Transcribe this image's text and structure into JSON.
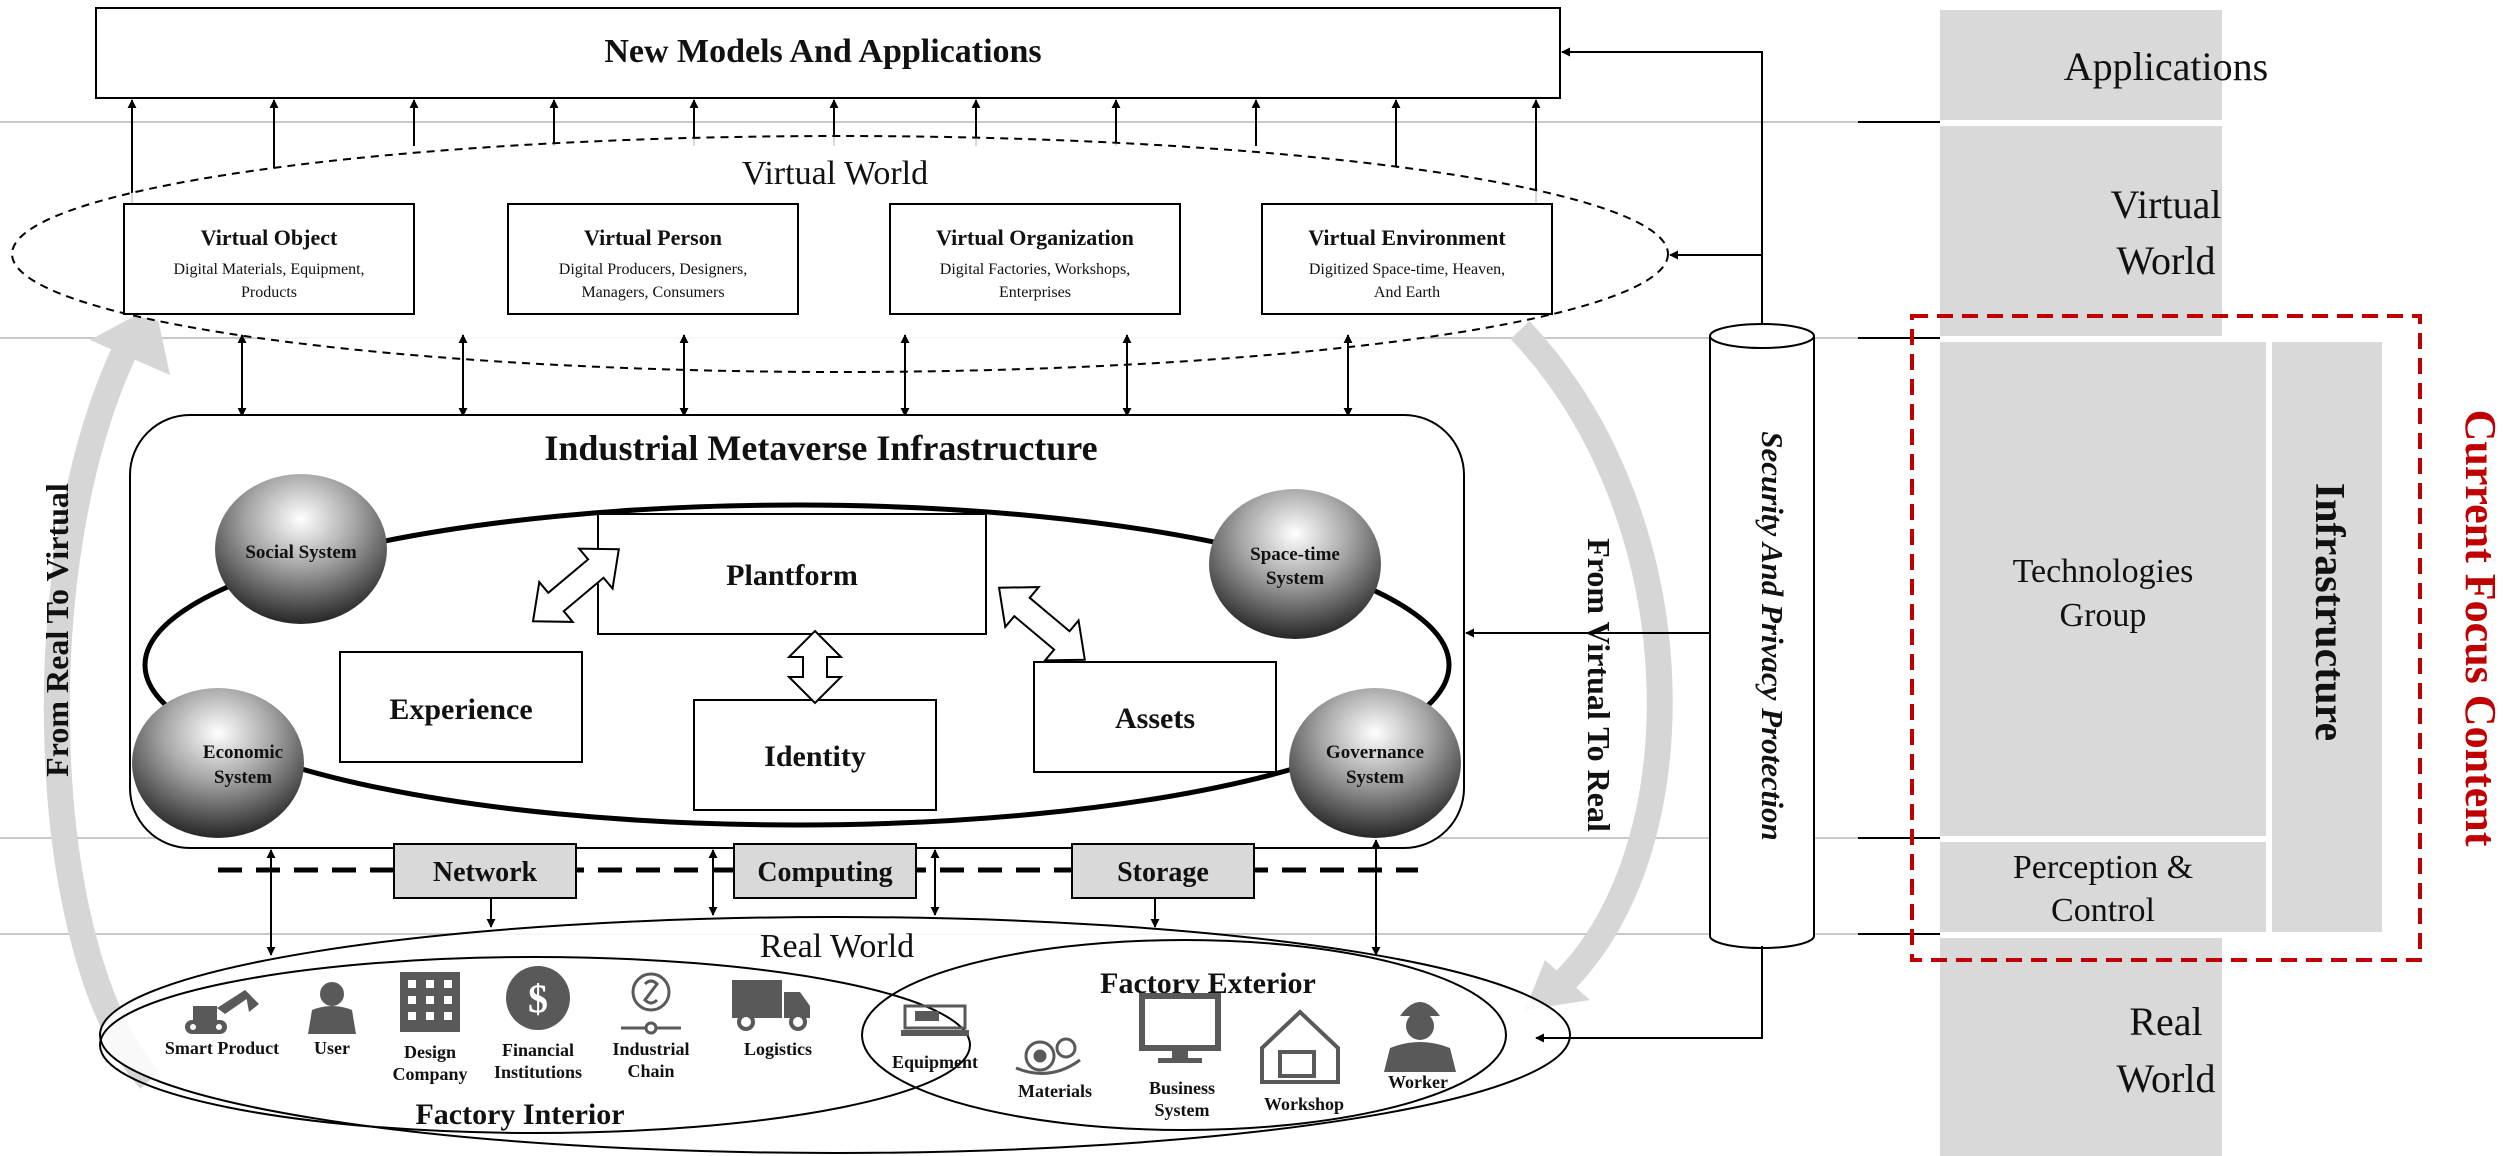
{
  "title": "New Models And Applications",
  "virtual_world": {
    "label": "Virtual World",
    "boxes": [
      {
        "title": "Virtual Object",
        "lines": [
          "Digital Materials, Equipment,",
          "Products"
        ]
      },
      {
        "title": "Virtual Person",
        "lines": [
          "Digital Producers, Designers,",
          "Managers, Consumers"
        ]
      },
      {
        "title": "Virtual Organization",
        "lines": [
          "Digital Factories, Workshops,",
          "Enterprises"
        ]
      },
      {
        "title": "Virtual Environment",
        "lines": [
          "Digitized Space-time, Heaven,",
          "And Earth"
        ]
      }
    ]
  },
  "infrastructure": {
    "title": "Industrial Metaverse Infrastructure",
    "systems": {
      "social": [
        "Social System"
      ],
      "economic": [
        "Economic",
        "System"
      ],
      "spacetime": [
        "Space-time",
        "System"
      ],
      "governance": [
        "Governance",
        "System"
      ]
    },
    "platform": "Plantform",
    "experience": "Experience",
    "identity": "Identity",
    "assets": "Assets"
  },
  "resources": {
    "network": "Network",
    "computing": "Computing",
    "storage": "Storage"
  },
  "real_world": {
    "label": "Real World",
    "interior": {
      "title": "Factory Interior",
      "items": [
        {
          "label": [
            "Smart Product"
          ],
          "icon": "excavator-icon"
        },
        {
          "label": [
            "User"
          ],
          "icon": "user-icon"
        },
        {
          "label": [
            "Design",
            "Company"
          ],
          "icon": "building-icon"
        },
        {
          "label": [
            "Financial",
            "Institutions"
          ],
          "icon": "dollar-icon"
        },
        {
          "label": [
            "Industrial",
            "Chain"
          ],
          "icon": "chain-icon"
        },
        {
          "label": [
            "Logistics"
          ],
          "icon": "truck-icon"
        }
      ]
    },
    "exterior": {
      "title": "Factory Exterior",
      "items": [
        {
          "label": [
            "Equipment"
          ],
          "icon": "machine-icon"
        },
        {
          "label": [
            "Materials"
          ],
          "icon": "gears-icon"
        },
        {
          "label": [
            "Business",
            "System"
          ],
          "icon": "monitor-icon"
        },
        {
          "label": [
            "Workshop"
          ],
          "icon": "workshop-icon"
        },
        {
          "label": [
            "Worker"
          ],
          "icon": "worker-icon"
        }
      ]
    }
  },
  "arrows": {
    "left": "From Real To Virtual",
    "right": "From Virtual To Real"
  },
  "security": "Security And Privacy Protection",
  "sidebar": {
    "applications": "Applications",
    "virtual_world": [
      "Virtual",
      "World"
    ],
    "technologies": [
      "Technologies",
      "Group"
    ],
    "perception": [
      "Perception &",
      "Control"
    ],
    "infrastructure": "Infrastructure",
    "real_world": [
      "Real",
      "World"
    ],
    "focus": "Current Focus Content"
  },
  "colors": {
    "panel": "#d9d9d9",
    "focus": "#c00000",
    "line": "#000000"
  }
}
